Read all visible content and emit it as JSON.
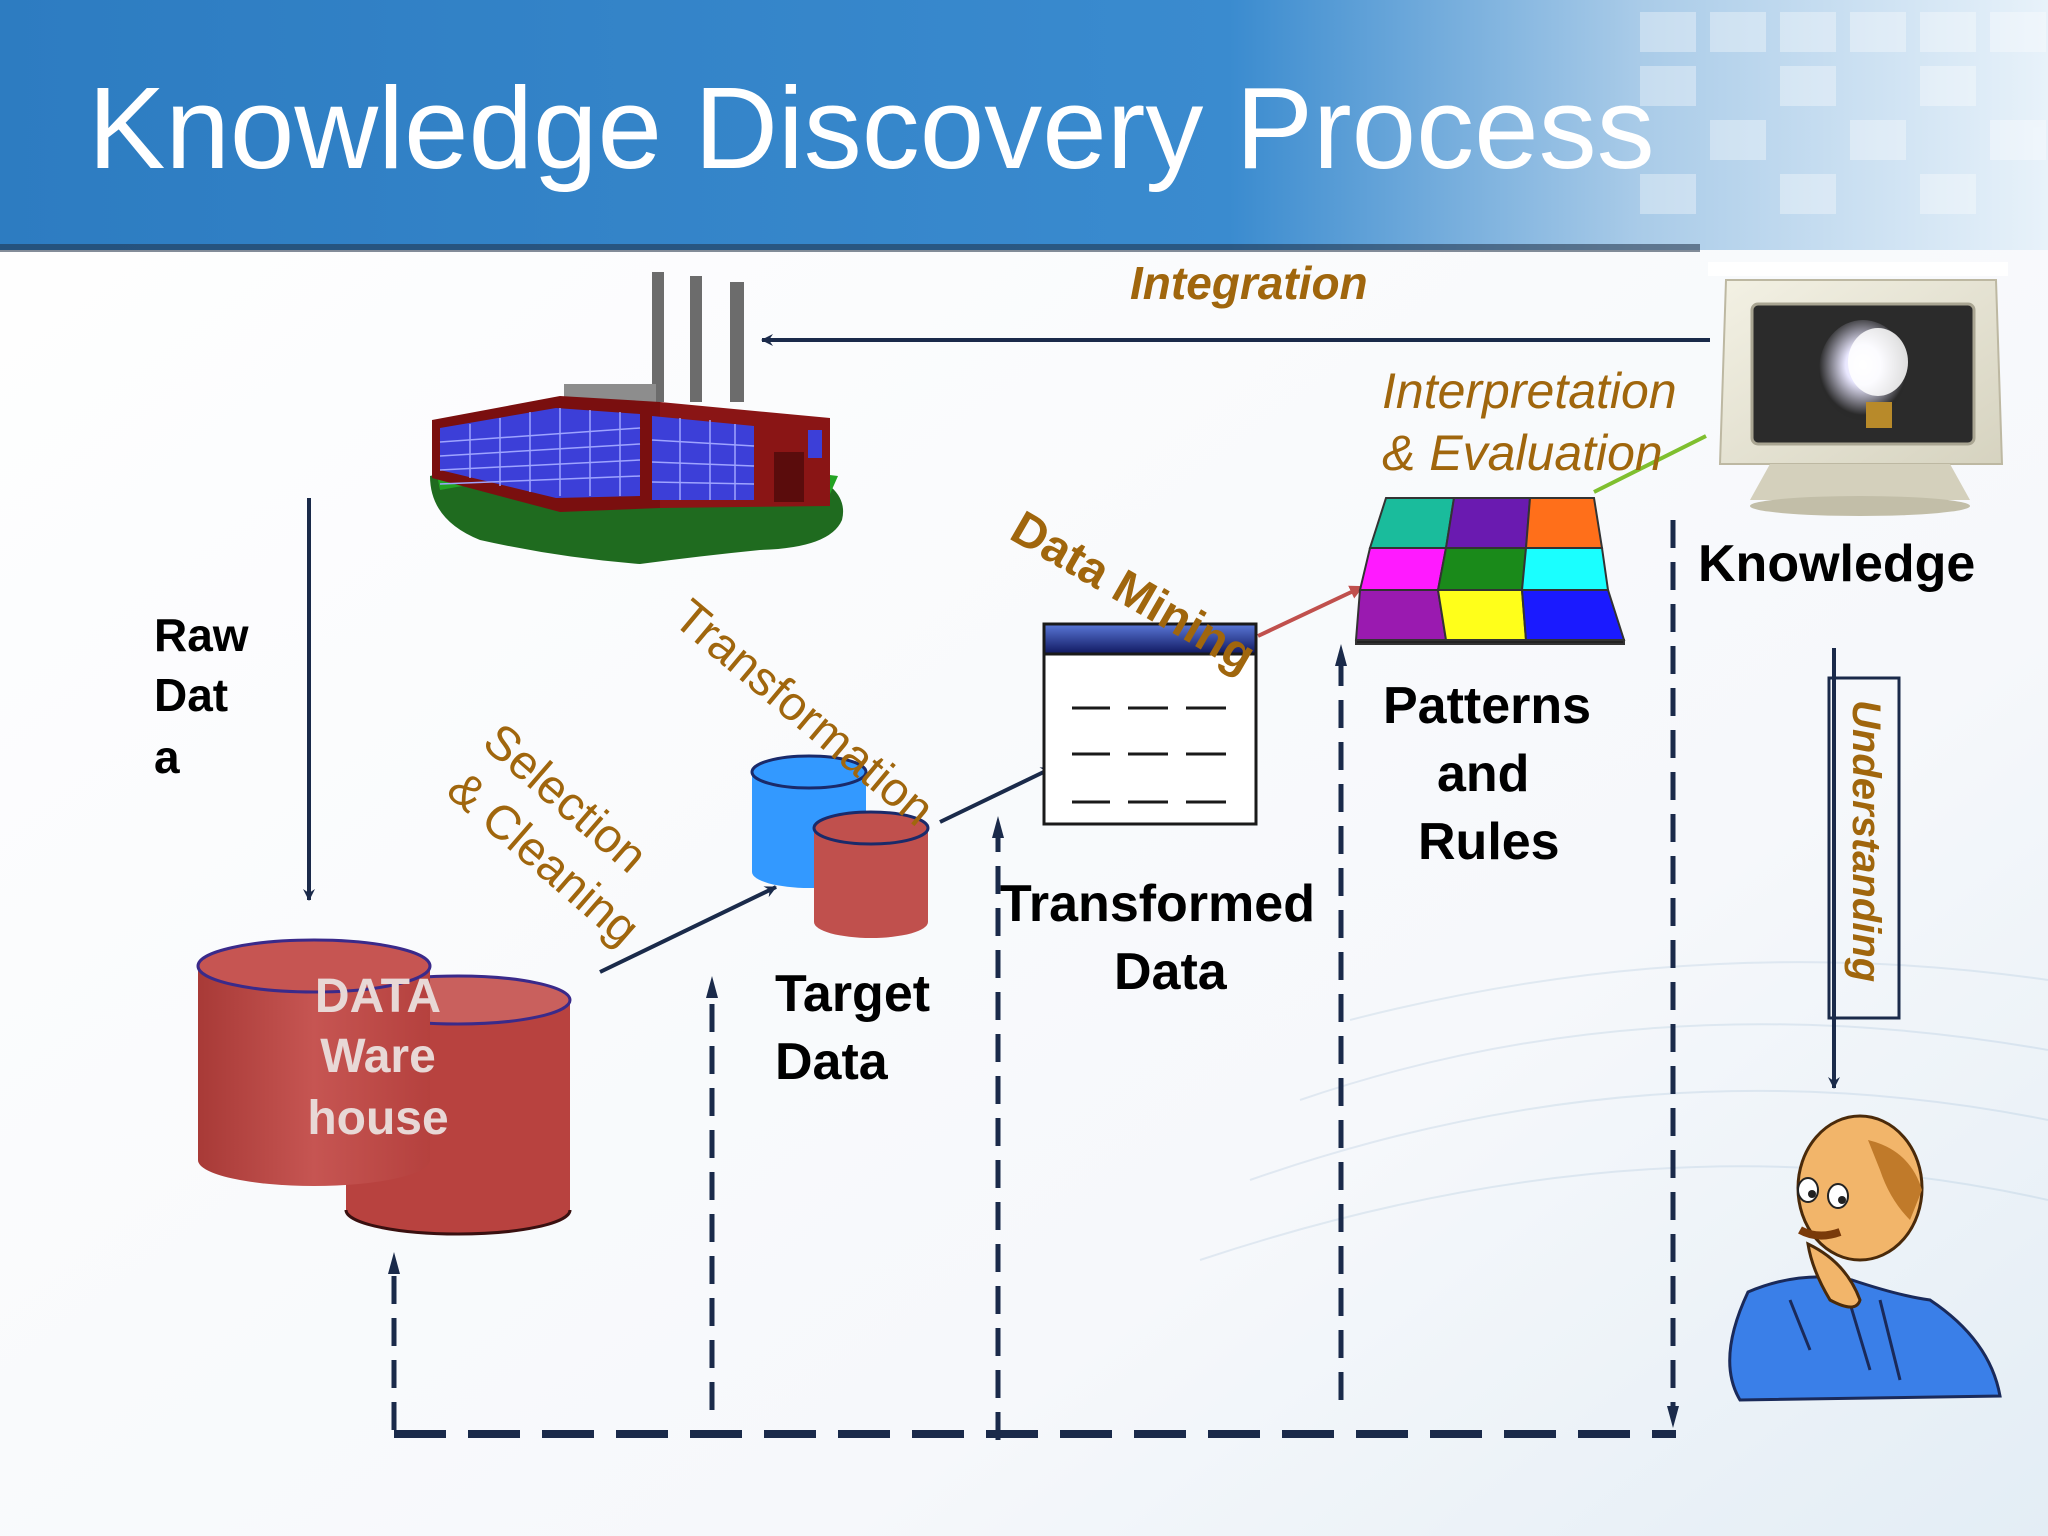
{
  "slide": {
    "title": "Knowledge Discovery Process"
  },
  "labels": {
    "raw_data_1": "Raw",
    "raw_data_2": "Dat",
    "raw_data_3": "a",
    "warehouse_1": "DATA",
    "warehouse_2": "Ware",
    "warehouse_3": "house",
    "target_data_1": "Target",
    "target_data_2": "Data",
    "transformed_data_1": "Transformed",
    "transformed_data_2": "Data",
    "patterns_1": "Patterns",
    "patterns_2": "and",
    "patterns_3": "Rules",
    "knowledge": "Knowledge"
  },
  "steps": {
    "integration": "Integration",
    "interpretation_1": "Interpretation",
    "interpretation_2": "& Evaluation",
    "data_mining": "Data Mining",
    "transformation": "Transformation",
    "selection_1": "Selection",
    "selection_2": "& Cleaning",
    "understanding": "Understanding"
  },
  "colors": {
    "header_blue": "#2f7fc4",
    "step_text": "#a0660d",
    "arrow": "#1a2a4a",
    "cylinder_red": "#c0504d",
    "cylinder_blue": "#3399ff",
    "leader_green": "#7fbf2f",
    "mining_arrow": "#c0504d"
  },
  "icons": [
    "factory-icon",
    "monitor-lightbulb-icon",
    "puzzle-icon",
    "thinking-man-icon",
    "table-icon",
    "database-icon"
  ]
}
